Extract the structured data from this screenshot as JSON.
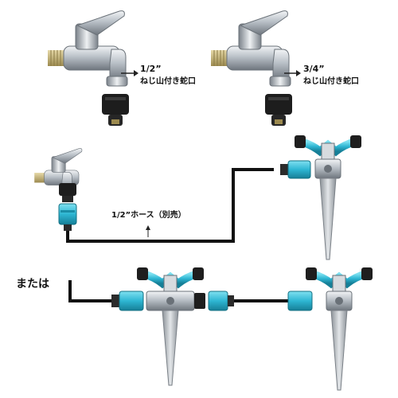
{
  "top_left": {
    "size": "1/2”",
    "desc": "ねじ山付き蛇口"
  },
  "top_right": {
    "size": "3/4”",
    "desc": "ねじ山付き蛇口"
  },
  "hose_label": "1/2”ホース（別売）",
  "or_label": "または",
  "colors": {
    "chrome": "#c9ced4",
    "chrome_dark": "#7d848c",
    "adapter_black": "#1c1c1c",
    "connector_teal": "#39b9d4",
    "sprinkler_blue": "#2fb3d2",
    "spike_metal": "#b6bcc2",
    "hose_black": "#111111"
  },
  "icons": [
    "faucet-icon",
    "adapter-icon",
    "quick-connector-icon",
    "sprinkler-icon",
    "arrow-icon"
  ]
}
